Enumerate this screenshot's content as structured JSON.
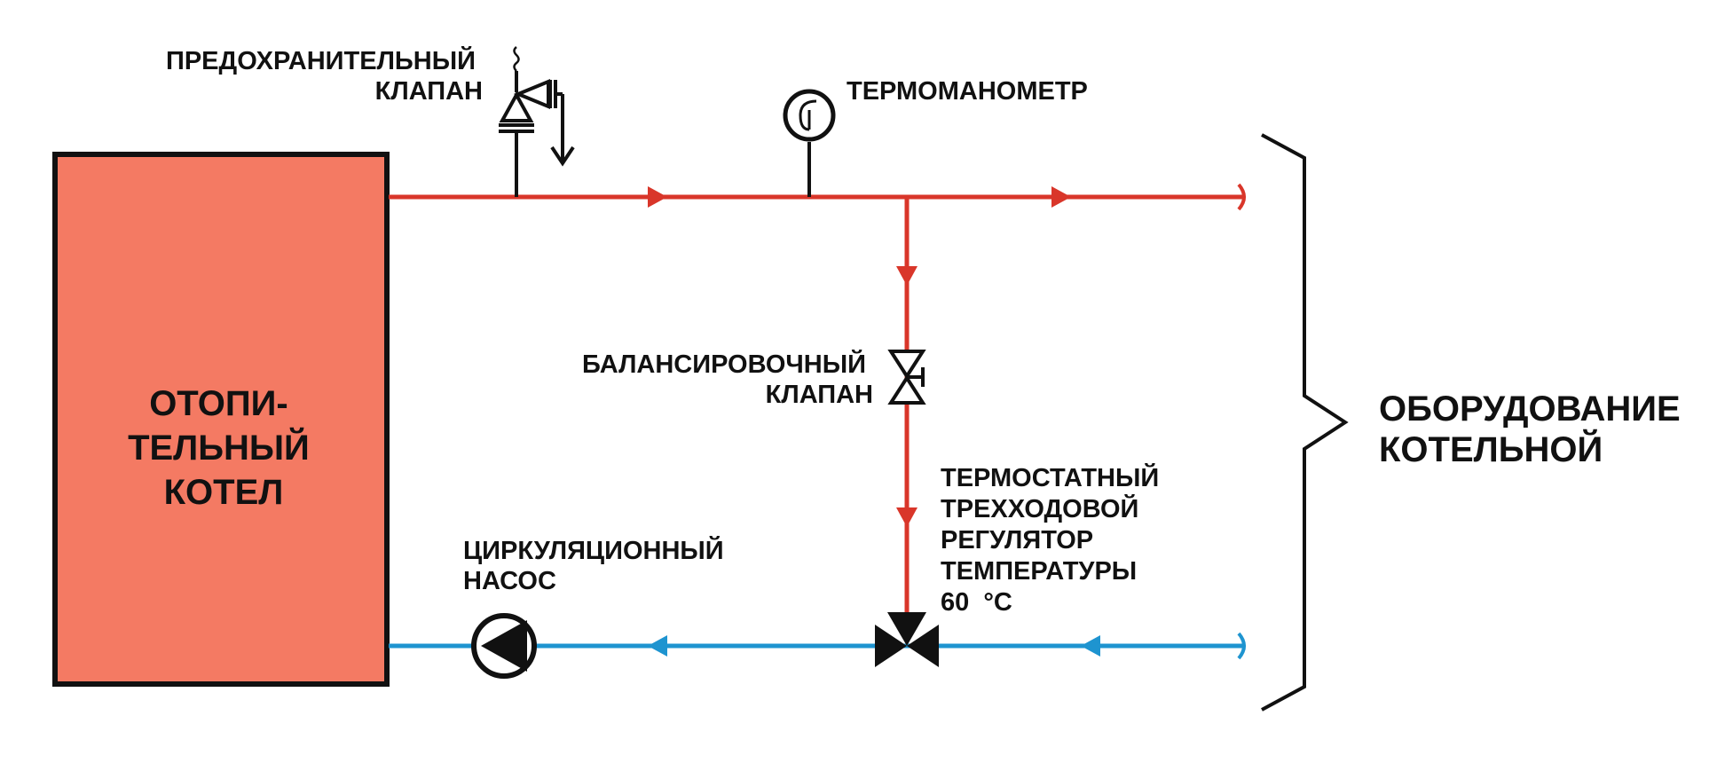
{
  "boiler": {
    "label_lines": [
      "ОТОПИ-",
      "ТЕЛЬНЫЙ",
      "КОТЕЛ"
    ],
    "fill": "#f47a63"
  },
  "labels": {
    "safety_valve": [
      "ПРЕДОХРАНИТЕЛЬНЫЙ",
      "КЛАПАН"
    ],
    "thermomanometer": "ТЕРМОМАНОМЕТР",
    "balancing_valve": [
      "БАЛАНСИРОВОЧНЫЙ",
      "КЛАПАН"
    ],
    "thermostatic_regulator": [
      "ТЕРМОСТАТНЫЙ",
      "ТРЕХХОДОВОЙ",
      "РЕГУЛЯТОР",
      "ТЕМПЕРАТУРЫ"
    ],
    "regulator_temp_value": "60",
    "regulator_temp_unit": "°C",
    "circulation_pump": [
      "ЦИРКУЛЯЦИОННЫЙ",
      "НАСОС"
    ],
    "boiler_room_equipment": [
      "ОБОРУДОВАНИЕ",
      "КОТЕЛЬНОЙ"
    ]
  },
  "colors": {
    "supply_line": "#d9362a",
    "return_line": "#1e94d0",
    "symbols": "#111111"
  },
  "icons": {
    "safety_valve": "safety-valve-icon",
    "thermomanometer": "gauge-icon",
    "balancing_valve": "valve-icon",
    "three_way_valve": "three-way-valve-icon",
    "pump": "pump-icon",
    "flow_arrow": "arrow-icon",
    "brace": "brace-icon"
  }
}
